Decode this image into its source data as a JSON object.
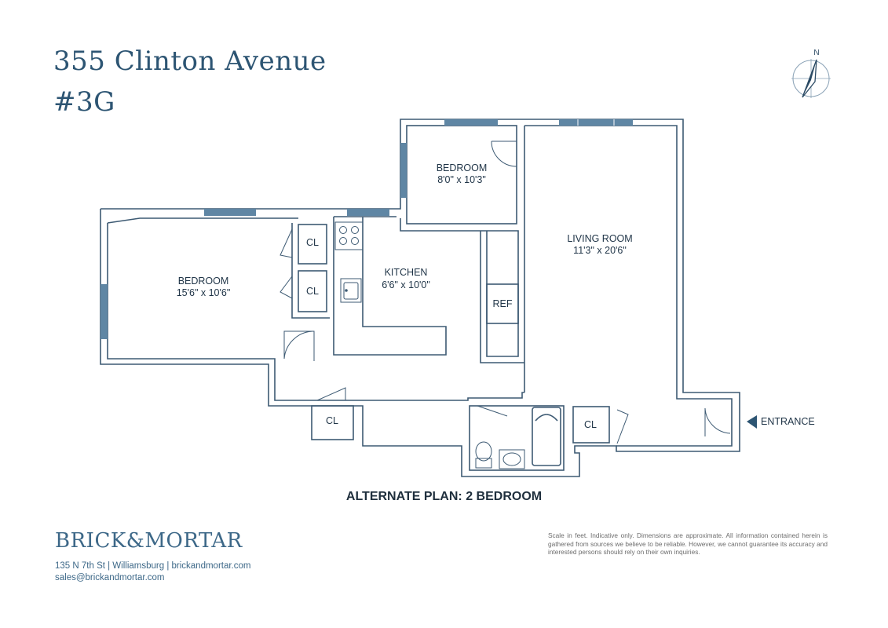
{
  "header": {
    "title_line1": "355 Clinton Avenue",
    "title_line2": "#3G"
  },
  "compass": {
    "north_label": "N",
    "icon": "compass-icon"
  },
  "rooms": {
    "bedroom_small": {
      "name": "BEDROOM",
      "dims": "8'0\" x 10'3\""
    },
    "living_room": {
      "name": "LIVING ROOM",
      "dims": "11'3\" x 20'6\""
    },
    "bedroom_large": {
      "name": "BEDROOM",
      "dims": "15'6\" x 10'6\""
    },
    "kitchen": {
      "name": "KITCHEN",
      "dims": "6'6\" x 10'0\""
    },
    "closet_1": "CL",
    "closet_2": "CL",
    "closet_3": "CL",
    "closet_4": "CL",
    "refrigerator": "REF",
    "entrance": "ENTRANCE"
  },
  "plan_caption": "ALTERNATE PLAN: 2 BEDROOM",
  "footer": {
    "brand": "BRICK&MORTAR",
    "address_line": "135 N 7th St | Williamsburg | brickandmortar.com",
    "email": "sales@brickandmortar.com",
    "disclaimer": "Scale in feet. Indicative only. Dimensions are approximate. All information contained herein is gathered from sources we believe to be reliable. However, we cannot guarantee its accuracy and interested persons should rely on their own inquiries."
  },
  "colors": {
    "wall": "#3d5a73",
    "window": "#5f86a4",
    "title": "#2d5573",
    "brand": "#3d6888"
  }
}
